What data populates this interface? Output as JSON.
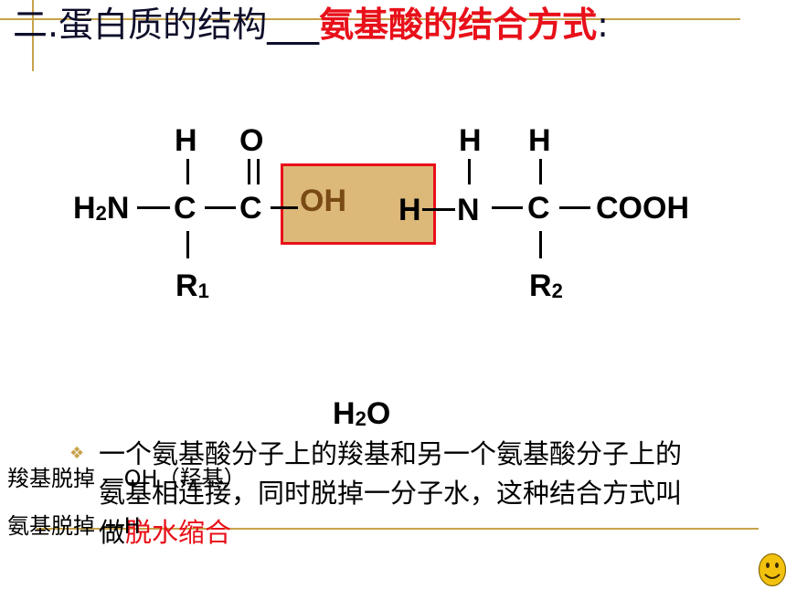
{
  "title": {
    "part1": "二.蛋白质的结构",
    "separator": "___",
    "part2": "氨基酸的结合方式",
    "colon": ":"
  },
  "diagram": {
    "left_amino": {
      "top_h": "H",
      "top_o": "O",
      "h2n": "H",
      "h2n_sub": "2",
      "h2n_n": "N",
      "c1": "C",
      "c2": "C",
      "oh": "OH",
      "r": "R",
      "r_sub": "1"
    },
    "right_amino": {
      "top_h_n": "H",
      "top_h_c": "H",
      "h": "H",
      "n": "N",
      "c": "C",
      "cooh": "COOH",
      "r": "R",
      "r_sub": "2"
    },
    "water": {
      "h": "H",
      "sub": "2",
      "o": "O"
    }
  },
  "bullet": {
    "marker": "❖",
    "text_main": "一个氨基酸分子上的羧基和另一个氨基酸分子上的氨基相连接，同时脱掉一分子水，这种结合方式叫做",
    "text_red": "脱水缩合"
  },
  "side_notes": {
    "line1": "羧基脱掉 —OH（羟基）",
    "line2": "氨基脱掉 —H"
  },
  "colors": {
    "accent_red": "#e8101a",
    "box_fill": "#dcb879",
    "deco_gold": "#c8a24a"
  },
  "icons": {
    "corner": "smiley-icon"
  }
}
